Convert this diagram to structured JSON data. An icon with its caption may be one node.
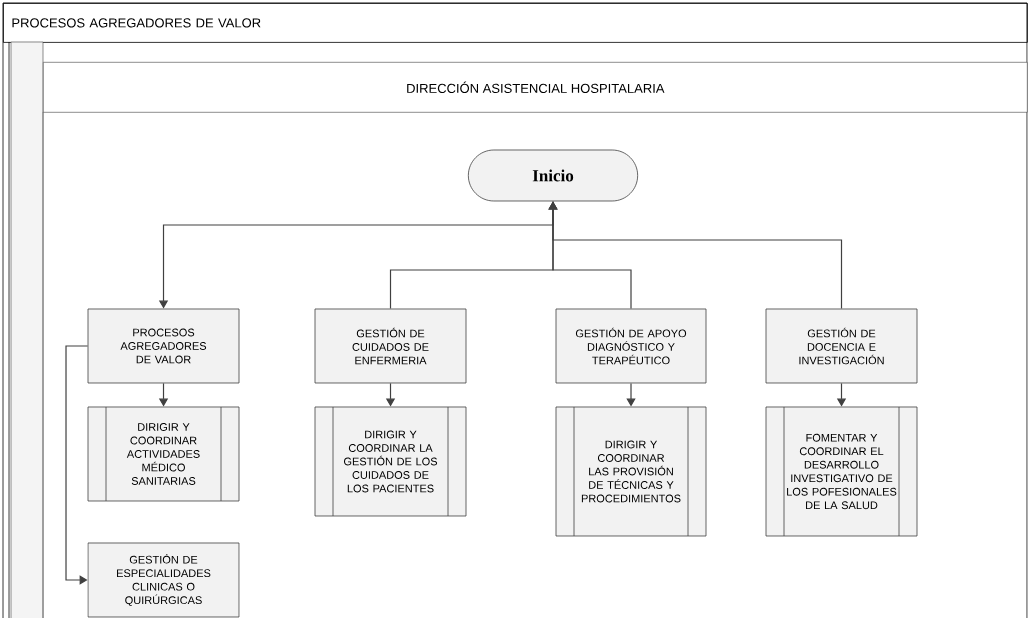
{
  "diagram": {
    "nodes": [
      {
        "text": [
          "PROCESOS AGREGADORES DE VALOR"
        ]
      },
      {
        "text": [
          "DIRECCIÓN ASISTENCIAL HOSPITALARIA"
        ],
        "in": 0
      },
      {
        "text": [
          "Inicio"
        ],
        "in": 1
      },
      {
        "text": [
          "PROCESOS AGREGADORES DE VALOR"
        ],
        "in": 1
      },
      {
        "text": [
          "GESTIÓN DE CUIDADOS DE ENFERMERIA"
        ],
        "in": 1
      },
      {
        "text": [
          "GESTIÓN DE APOYO DIAGNÓSTICO Y TERAPÉUTICO"
        ],
        "in": 1
      },
      {
        "text": [
          "GESTIÓN DE DOCENCIA E INVESTIGACIÓN"
        ],
        "in": 1
      },
      {
        "text": [
          "DIRIGIR Y COORDINAR ACTIVIDADES MÉDICO SANITARIAS"
        ],
        "in": 1
      },
      {
        "text": [
          "DIRIGIR Y COORDINAR LA GESTIÓN DE LOS CUIDADOS DE LOS PACIENTES"
        ],
        "in": 1
      },
      {
        "text": [
          "DIRIGIR Y COORDINAR LAS PROVISIÓN DE TÉCNICAS Y PROCEDIMIENTOS"
        ],
        "in": 1
      },
      {
        "text": [
          "FOMENTAR Y COORDINAR EL DESARROLLO INVESTIGATIVO DE LOS POFESIONALES DE LA SALUD"
        ],
        "in": 1
      },
      {
        "text": [
          "GESTIÓN DE ESPECIALIDADES CLINICAS O QUIRÚRGICAS"
        ],
        "in": 1
      }
    ],
    "edges": [
      {
        "from": 2,
        "to": 3,
        "arrow": "to"
      },
      {
        "from": 4,
        "to": 2,
        "arrow": "to"
      },
      {
        "from": 5,
        "to": 2,
        "arrow": "to"
      },
      {
        "from": 6,
        "to": 2,
        "arrow": "to"
      },
      {
        "from": 3,
        "to": 7,
        "arrow": "to"
      },
      {
        "from": 4,
        "to": 8,
        "arrow": "to"
      },
      {
        "from": 5,
        "to": 9,
        "arrow": "to"
      },
      {
        "from": 6,
        "to": 10,
        "arrow": "to"
      },
      {
        "from": 3,
        "to": 11,
        "arrow": "to"
      }
    ]
  }
}
